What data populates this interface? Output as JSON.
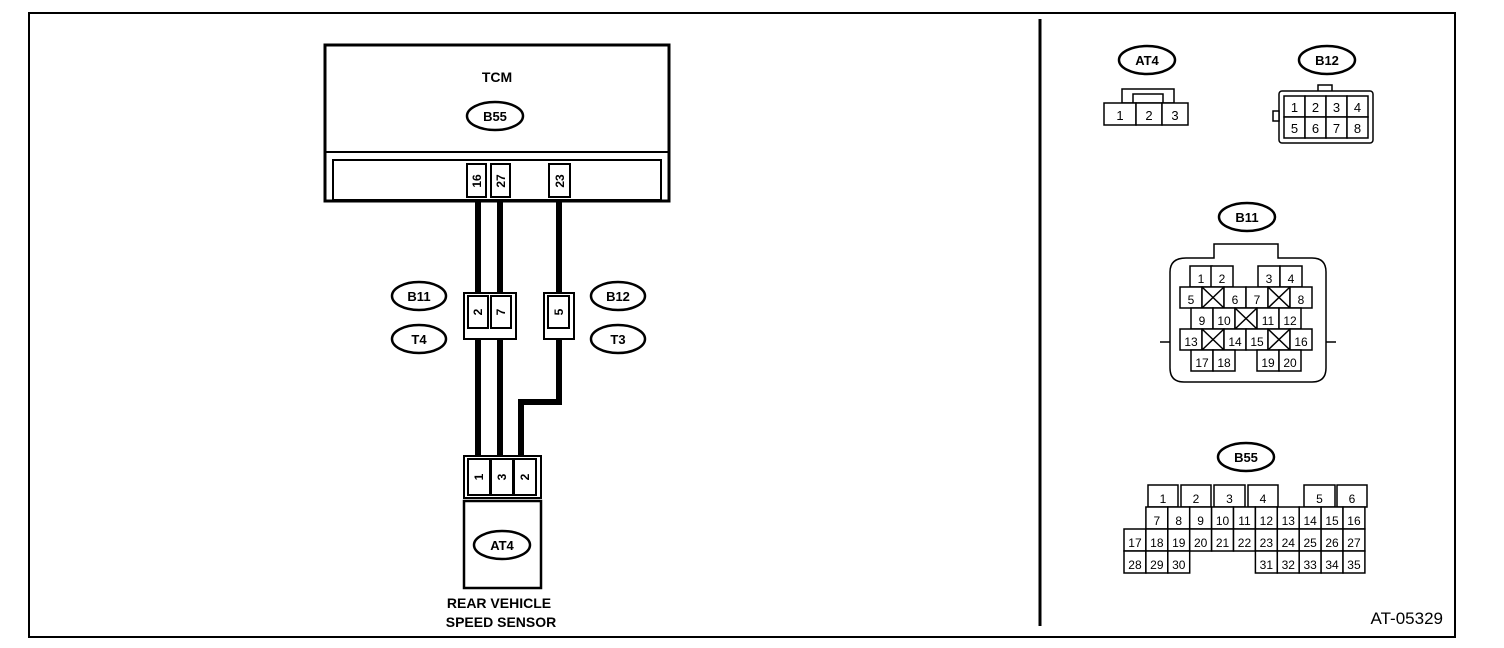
{
  "tcm": {
    "title": "TCM",
    "connector_id": "B55",
    "pins": [
      "16",
      "27",
      "23"
    ]
  },
  "junction_left": {
    "connector_ids": [
      "B11",
      "T4"
    ],
    "pins": [
      "2",
      "7"
    ]
  },
  "junction_right": {
    "connector_ids": [
      "B12",
      "T3"
    ],
    "pins": [
      "5"
    ]
  },
  "sensor": {
    "connector_id": "AT4",
    "pins": [
      "1",
      "3",
      "2"
    ],
    "label_line1": "REAR VEHICLE",
    "label_line2": "SPEED SENSOR"
  },
  "connector_views": {
    "at4": {
      "id": "AT4",
      "pins": [
        "1",
        "2",
        "3"
      ]
    },
    "b12": {
      "id": "B12",
      "pins": [
        "1",
        "2",
        "3",
        "4",
        "5",
        "6",
        "7",
        "8"
      ]
    },
    "b11": {
      "id": "B11",
      "rows": [
        [
          "1",
          "2",
          "",
          "3",
          "4",
          ""
        ],
        [
          "5",
          "X",
          "6",
          "7",
          "X",
          "8"
        ],
        [
          "9",
          "10",
          "X",
          "11",
          "12"
        ],
        [
          "13",
          "X",
          "14",
          "15",
          "X",
          "16"
        ],
        [
          "17",
          "18",
          "",
          "19",
          "20"
        ]
      ]
    },
    "b55": {
      "id": "B55",
      "rows": [
        [
          "1",
          "2",
          "3",
          "4",
          "",
          "5",
          "6"
        ],
        [
          "7",
          "8",
          "9",
          "10",
          "11",
          "12",
          "13",
          "14",
          "15",
          "16"
        ],
        [
          "17",
          "18",
          "19",
          "20",
          "21",
          "22",
          "23",
          "24",
          "25",
          "26",
          "27"
        ],
        [
          "28",
          "29",
          "30",
          "31",
          "32",
          "33",
          "34",
          "35"
        ]
      ]
    }
  },
  "figure_code": "AT-05329"
}
